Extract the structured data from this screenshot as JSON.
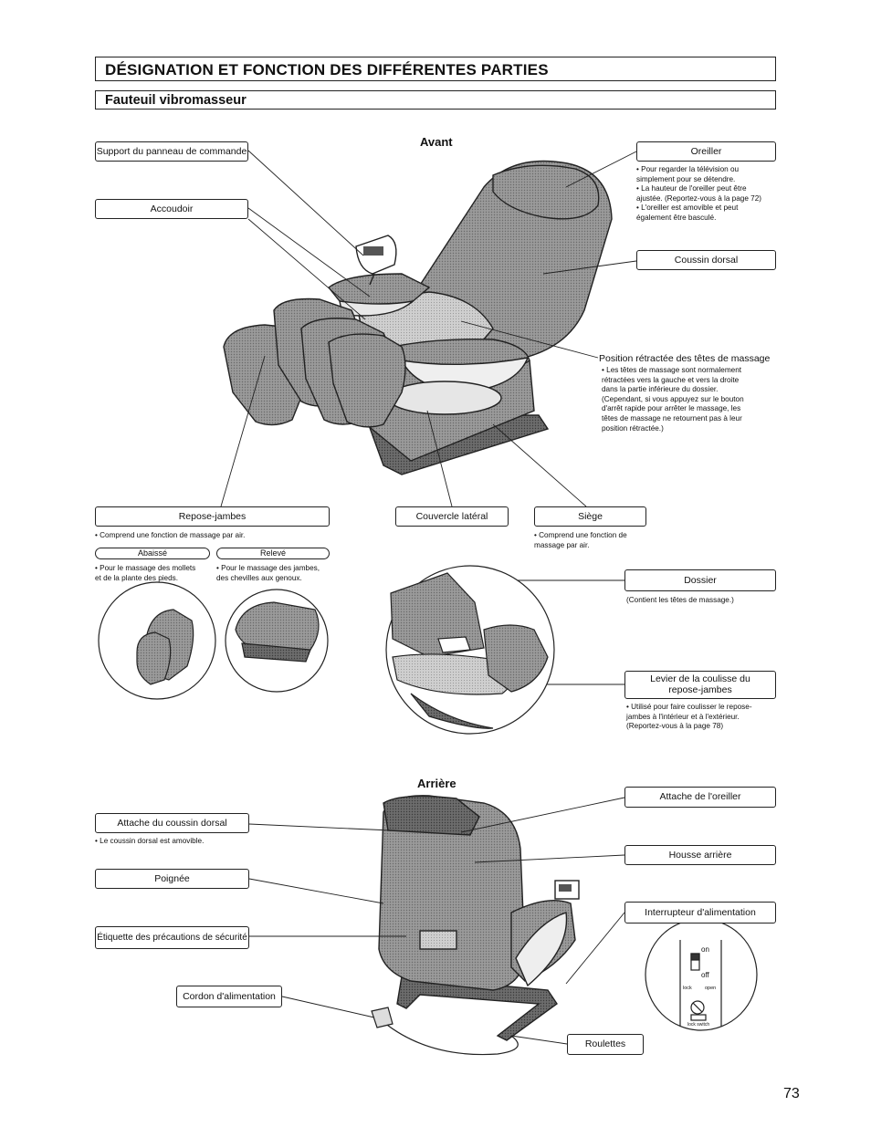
{
  "title": "DÉSIGNATION ET FONCTION DES DIFFÉRENTES PARTIES",
  "subtitle": "Fauteuil vibromasseur",
  "front": {
    "heading": "Avant",
    "labels": {
      "support": "Support du panneau de commande",
      "accoudoir": "Accoudoir",
      "oreiller": "Oreiller",
      "coussin_dorsal": "Coussin dorsal",
      "position": "Position rétractée des têtes de massage",
      "repose_jambes": "Repose-jambes",
      "couvercle": "Couvercle latéral",
      "siege": "Siège",
      "dossier": "Dossier",
      "levier_line1": "Levier de la coulisse du",
      "levier_line2": "repose-jambes",
      "abaisse": "Abaissé",
      "releve": "Relevé"
    },
    "notes": {
      "oreiller": [
        "• Pour regarder la télévision ou",
        "  simplement pour se détendre.",
        "• La hauteur de l'oreiller peut être",
        "  ajustée. (Reportez-vous à la page 72)",
        "• L'oreiller est amovible et peut",
        "  également être basculé."
      ],
      "position": [
        "• Les têtes de massage sont normalement",
        "  rétractées vers la gauche et vers la droite",
        "  dans la partie inférieure du dossier.",
        "  (Cependant, si vous appuyez sur le bouton",
        "  d'arrêt rapide pour arrêter le massage, les",
        "  têtes de massage ne retournent pas à leur",
        "  position rétractée.)"
      ],
      "repose_jambes": "• Comprend une fonction de massage par air.",
      "abaisse": [
        "• Pour le massage des mollets",
        "  et de la plante des pieds."
      ],
      "releve": [
        "• Pour le massage des jambes,",
        "  des chevilles aux genoux."
      ],
      "siege": [
        "• Comprend une fonction de",
        "  massage par air."
      ],
      "dossier": "(Contient les têtes de massage.)",
      "levier": [
        "• Utilisé pour faire coulisser le repose-",
        "  jambes à l'intérieur et à l'extérieur.",
        "  (Reportez-vous à la page 78)"
      ]
    }
  },
  "rear": {
    "heading": "Arrière",
    "labels": {
      "attache_coussin": "Attache du coussin dorsal",
      "poignee": "Poignée",
      "etiquette": "Étiquette des précautions de sécurité",
      "cordon": "Cordon d'alimentation",
      "attache_oreiller": "Attache de l'oreiller",
      "housse": "Housse arrière",
      "interrupteur": "Interrupteur d'alimentation",
      "roulettes": "Roulettes"
    },
    "notes": {
      "attache_coussin": "• Le coussin dorsal est amovible."
    },
    "switch": {
      "on": "on",
      "off": "off",
      "lock": "lock",
      "open": "open",
      "lock_switch": "lock switch"
    }
  },
  "page_number": "73",
  "colors": {
    "ink": "#111111",
    "chair_gray": "#8d8d8d",
    "chair_dark": "#555555",
    "chair_light": "#d6d6d6"
  }
}
